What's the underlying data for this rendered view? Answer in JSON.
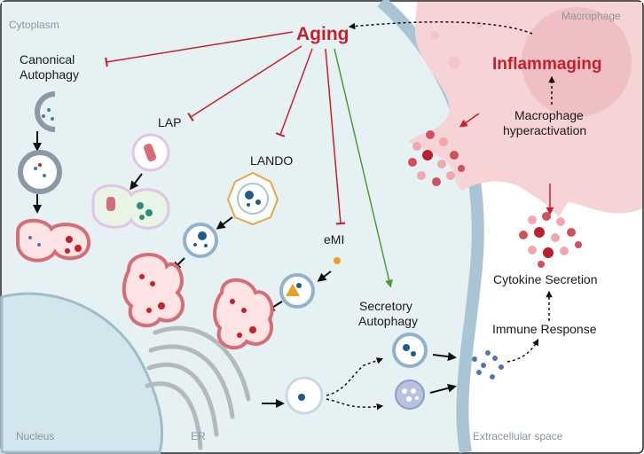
{
  "regions": {
    "cytoplasm": "Cytoplasm",
    "macrophage": "Macrophage",
    "nucleus": "Nucleus",
    "er": "ER",
    "extracellular": "Extracellular space"
  },
  "labels": {
    "aging": "Aging",
    "inflammaging": "Inflammaging",
    "canonical_1": "Canonical",
    "canonical_2": "Autophagy",
    "lap": "LAP",
    "lando": "LANDO",
    "emi": "eMI",
    "secretory_1": "Secretory",
    "secretory_2": "Autophagy",
    "macro_hyper_1": "Macrophage",
    "macro_hyper_2": "hyperactivation",
    "cytokine_secretion": "Cytokine Secretion",
    "immune_response": "Immune Response"
  },
  "colors": {
    "inhibition": "#c8202a",
    "activation": "#4e9a3a",
    "macrophage_fill": "#f6d3d5",
    "cell_fill": "#e6f1f4",
    "membrane": "#a9c5d3"
  }
}
